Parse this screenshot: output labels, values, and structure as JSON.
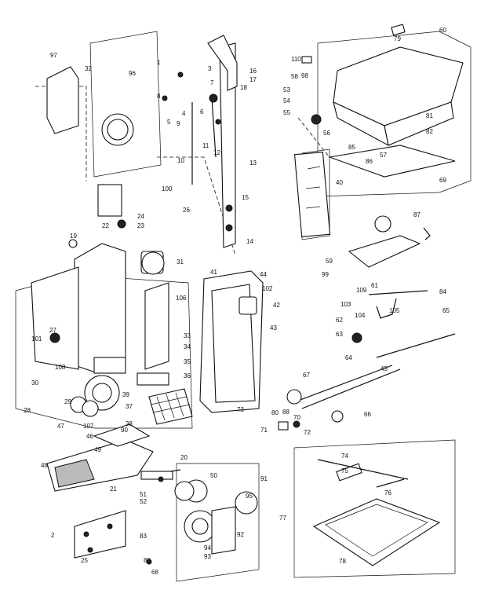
{
  "diagram": {
    "labels": {
      "l1": "1",
      "l2": "2",
      "l3": "3",
      "l4": "4",
      "l5": "5",
      "l6": "6",
      "l7": "7",
      "l8": "8",
      "l9": "9",
      "l10": "10",
      "l11": "11",
      "l12": "12",
      "l13": "13",
      "l14": "14",
      "l15": "15",
      "l16": "16",
      "l17": "17",
      "l18": "18",
      "l19": "19",
      "l20": "20",
      "l21": "21",
      "l22": "22",
      "l23": "23",
      "l24": "24",
      "l25": "25",
      "l26": "26",
      "l27": "27",
      "l28": "28",
      "l29": "29",
      "l30": "30",
      "l31": "31",
      "l32": "32",
      "l33": "33",
      "l34": "34",
      "l35": "35",
      "l36": "36",
      "l37": "37",
      "l38": "38",
      "l39": "39",
      "l40": "40",
      "l41": "41",
      "l42": "42",
      "l43": "43",
      "l44": "44",
      "l45": "45",
      "l46": "46",
      "l47": "47",
      "l48": "48",
      "l49": "49",
      "l50": "50",
      "l51": "51",
      "l52": "52",
      "l53": "53",
      "l54": "54",
      "l55": "55",
      "l56": "56",
      "l57": "57",
      "l58": "58",
      "l59": "59",
      "l60": "60",
      "l61": "61",
      "l62": "62",
      "l63": "63",
      "l64": "64",
      "l65": "65",
      "l66": "66",
      "l67": "67",
      "l68": "68",
      "l69": "69",
      "l70": "70",
      "l71": "71",
      "l72": "72",
      "l73": "73",
      "l74": "74",
      "l75": "75",
      "l76": "76",
      "l77": "77",
      "l78": "78",
      "l79": "79",
      "l80": "80",
      "l81": "81",
      "l82": "82",
      "l83": "83",
      "l84": "84",
      "l85": "85",
      "l86": "86",
      "l87": "87",
      "l88": "88",
      "l89": "89",
      "l90": "90",
      "l91": "91",
      "l92": "92",
      "l93": "93",
      "l94": "94",
      "l95": "95",
      "l96": "96",
      "l97": "97",
      "l98": "98",
      "l99": "99",
      "l100": "100",
      "l101": "101",
      "l102": "102",
      "l103": "103",
      "l104": "104",
      "l105": "105",
      "l106": "106",
      "l107": "107",
      "l108": "108",
      "l109": "109",
      "l110": "110"
    }
  }
}
